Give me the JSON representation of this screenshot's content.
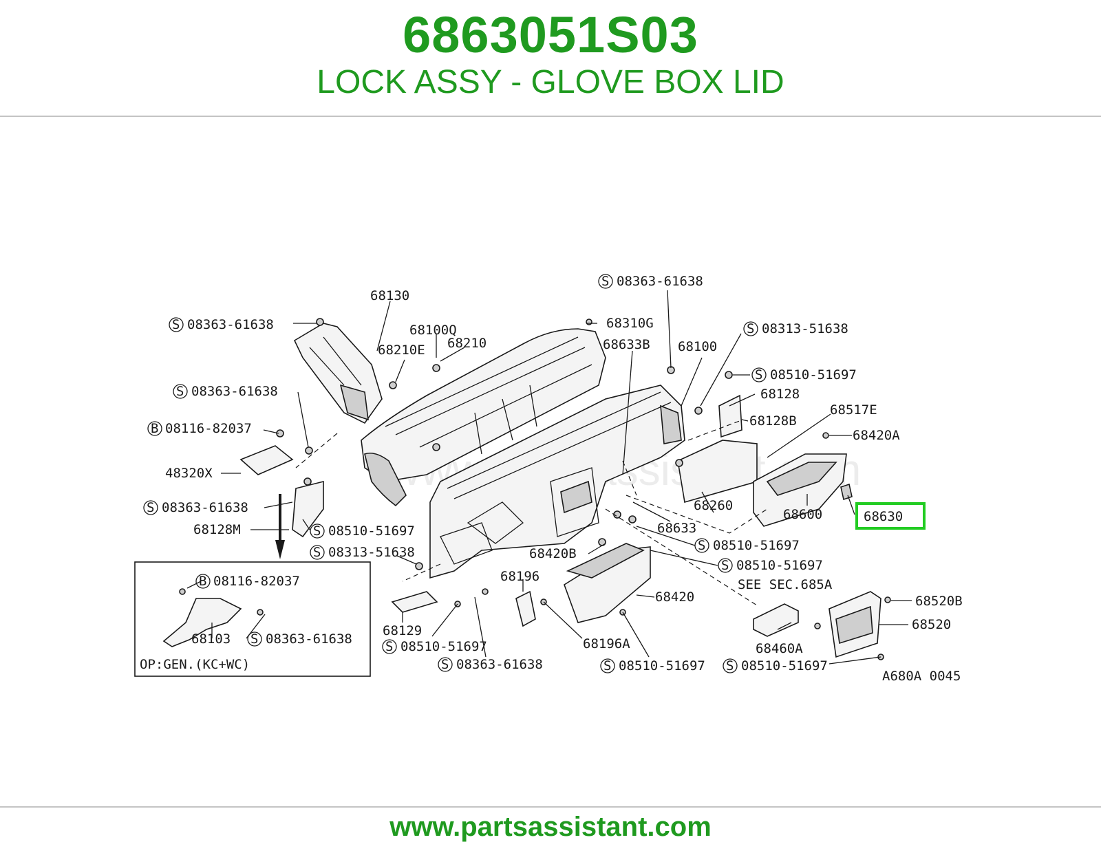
{
  "header": {
    "part_number": "6863051S03",
    "part_name": "LOCK ASSY - GLOVE BOX LID"
  },
  "footer": {
    "url": "www.partsassistant.com"
  },
  "watermark": "www.partsassistant.com",
  "colors": {
    "accent_green": "#1f9a1f",
    "highlight_border": "#22cc22",
    "rule": "#c4c4c4"
  },
  "diagram": {
    "labels": {
      "l68130": "68130",
      "l08363_a": "08363-61638",
      "l68100q": "68100Q",
      "l68210": "68210",
      "l68210e": "68210E",
      "l08363_b": "08363-61638",
      "l08116_a": "08116-82037",
      "l48320x": "48320X",
      "l08363_c": "08363-61638",
      "l68128m": "68128M",
      "l08510_a": "08510-51697",
      "l08313_a": "08313-51638",
      "l08363_top": "08363-61638",
      "l68310g": "68310G",
      "l68633b": "68633B",
      "l68100": "68100",
      "l08313_b": "08313-51638",
      "l08510_b": "08510-51697",
      "l68128": "68128",
      "l68128b": "68128B",
      "l68517e": "68517E",
      "l68420a": "68420A",
      "l68260": "68260",
      "l68600": "68600",
      "l68630": "68630",
      "l68633": "68633",
      "l08510_c": "08510-51697",
      "l08510_d": "08510-51697",
      "l68420b": "68420B",
      "l68196": "68196",
      "l68420": "68420",
      "l68129": "68129",
      "l08510_e": "08510-51697",
      "l08363_d": "08363-61638",
      "l68196a": "68196A",
      "l08510_f": "08510-51697",
      "l08510_g": "08510-51697",
      "l see": "SEE SEC.685A",
      "l68460a": "68460A",
      "l68520b": "68520B",
      "l68520": "68520",
      "l08116_b": "08116-82037",
      "l68103": "68103",
      "l08363_e": "08363-61638",
      "lop": "OP:GEN.(KC+WC)",
      "lcode": "A680A 0045"
    },
    "prefix_s": "S",
    "prefix_b": "B"
  }
}
